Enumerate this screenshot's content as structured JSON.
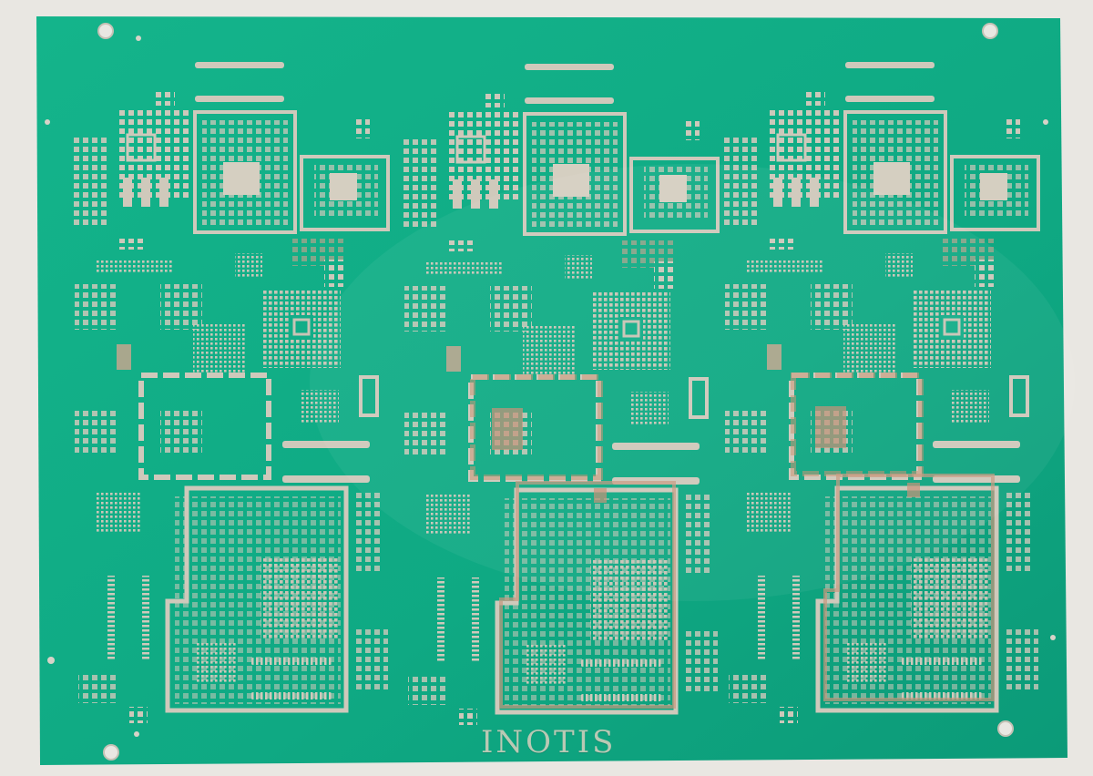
{
  "photo": {
    "subject": "pcb-panel",
    "silkscreen_text": "INOTIS",
    "board_color": "#12b08a",
    "pad_color": "#c9c4b6",
    "copper_color": "#c99a84",
    "background_color": "#e9e7e2",
    "panel_count": 3
  }
}
